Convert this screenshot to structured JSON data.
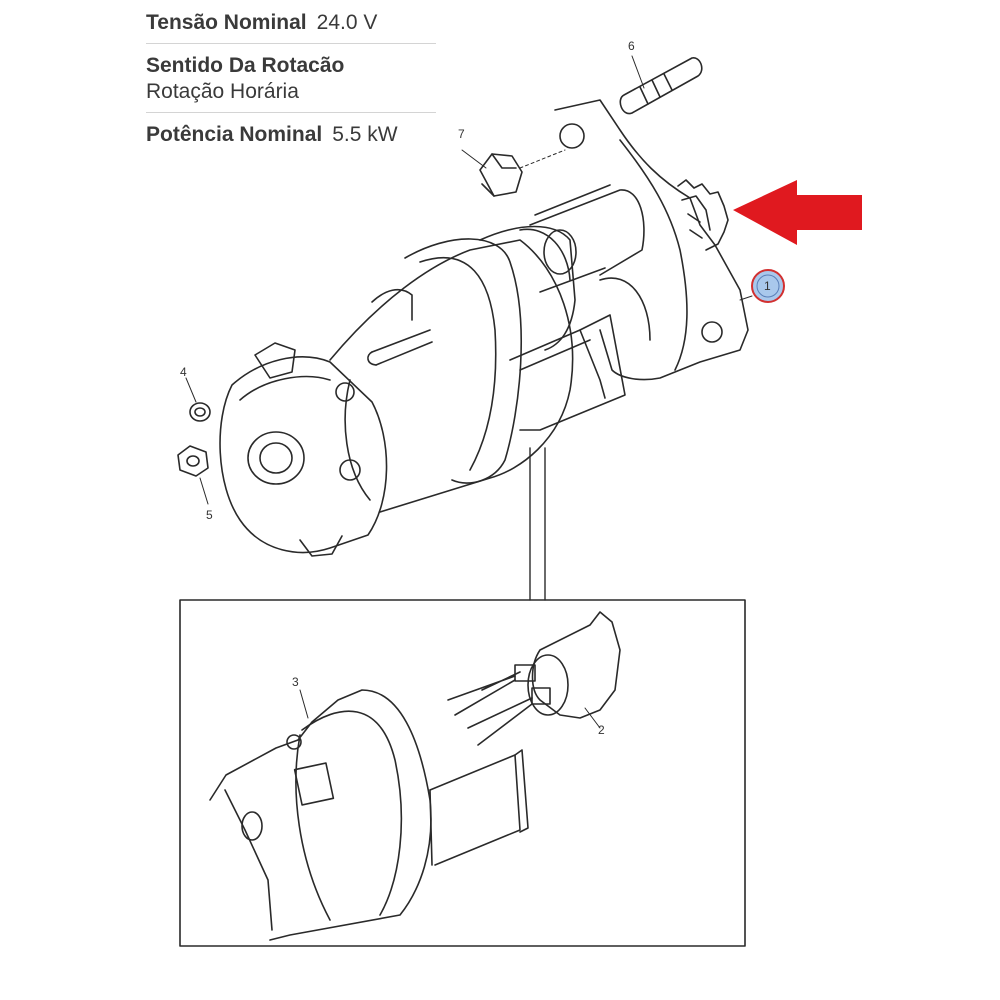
{
  "specs": {
    "voltage_label": "Tensão Nominal",
    "voltage_value": "24.0 V",
    "direction_label": "Sentido Da Rotacão",
    "direction_value": "Rotação Horária",
    "power_label": "Potência Nominal",
    "power_value": "5.5 kW"
  },
  "callouts": {
    "c1": "1",
    "c2": "2",
    "c3": "3",
    "c4": "4",
    "c5": "5",
    "c6": "6",
    "c7": "7"
  },
  "colors": {
    "arrow": "#e0191f",
    "line": "#2a2a2a",
    "highlight_ring": "#d23030",
    "highlight_fill": "#a9c8ec"
  }
}
